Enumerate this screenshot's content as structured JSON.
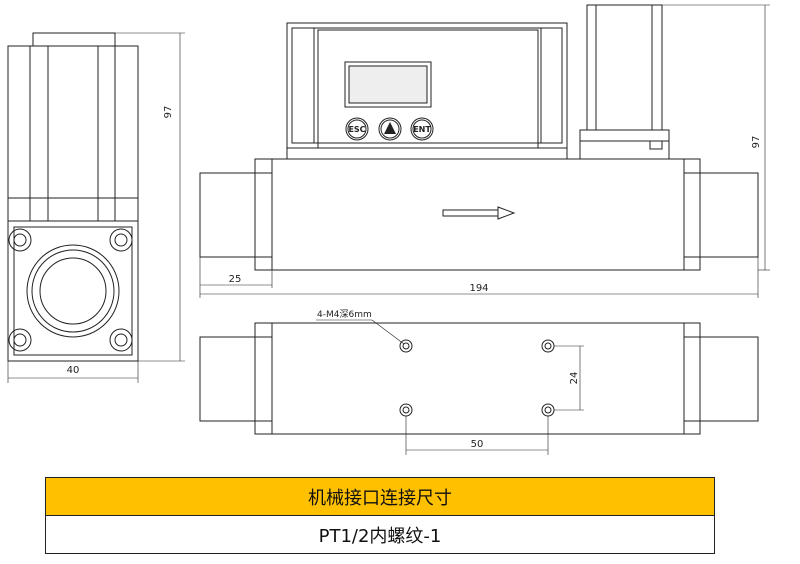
{
  "colors": {
    "header_fill": "#FFC000",
    "line": "#222222",
    "display": "#eeeeee"
  },
  "front_panel": {
    "buttons": [
      {
        "label": "ESC",
        "icon": "text"
      },
      {
        "label": "",
        "icon": "up-triangle-icon"
      },
      {
        "label": "ENT",
        "icon": "text"
      }
    ],
    "flow_arrow": "right-arrow-icon"
  },
  "dimensions": {
    "side_height": "97",
    "side_width": "40",
    "front_height": "97",
    "inlet_length": "25",
    "total_length": "194",
    "mount_holes": "4-M4深6mm",
    "hole_spacing_v": "24",
    "hole_spacing_h": "50"
  },
  "table": {
    "header": "机械接口连接尺寸",
    "value": "PT1/2内螺纹-1"
  }
}
